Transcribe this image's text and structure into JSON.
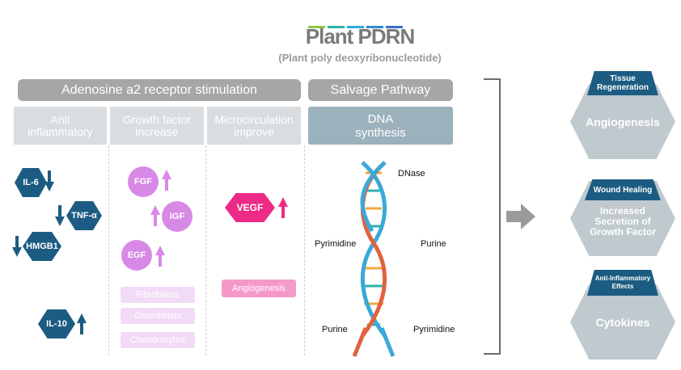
{
  "header": {
    "title": "Plant PDRN",
    "subtitle": "(Plant poly deoxyribonucleotide)",
    "accent_colors": [
      "#8dc63f",
      "#2ab3a8",
      "#29abe2",
      "#2e8ad8",
      "#3c6fcf"
    ]
  },
  "sections": {
    "adenosine": "Adenosine a2 receptor stimulation",
    "salvage": "Salvage Pathway"
  },
  "columns": {
    "anti": "Anti\ninflammatory",
    "growth": "Growth factor\nincrease",
    "micro": "Microcirculation\nimprove",
    "dna": "DNA\nsynthesis"
  },
  "markers": {
    "il6": "IL-6",
    "tnf": "TNF-α",
    "hmgb1": "HMGB1",
    "il10": "IL-10",
    "fgf": "FGF",
    "igf": "IGF",
    "egf": "EGF",
    "vegf": "VEGF"
  },
  "cells": [
    "Fibroblasts",
    "Osteoblasts",
    "Chondrocytes"
  ],
  "angiogenesis_label": "Angiogenesis",
  "dna_labels": {
    "dnase": "DNase",
    "pyrimidine_top": "Pyrimidine",
    "purine_top": "Purine",
    "purine_bottom": "Purine",
    "pyrimidine_bottom": "Pyrimidine"
  },
  "outcomes": [
    {
      "tag": "Tissue\nRegeneration",
      "body": "Angiogenesis"
    },
    {
      "tag": "Wound Healing",
      "body": "Increased\nSecretion of\nGrowth Factor"
    },
    {
      "tag": "Anti-Inflammatory\nEffects",
      "body": "Cytokines"
    }
  ]
}
